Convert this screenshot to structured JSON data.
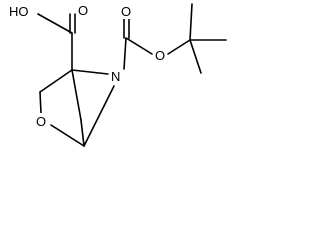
{
  "molecule": {
    "labels": {
      "hydroxyl_acid": "HO",
      "carbonyl_acid": "O",
      "nitrogen": "N",
      "carbamate_carbonyl": "O",
      "carbamate_ether": "O",
      "ring_oxygen": "O"
    }
  }
}
